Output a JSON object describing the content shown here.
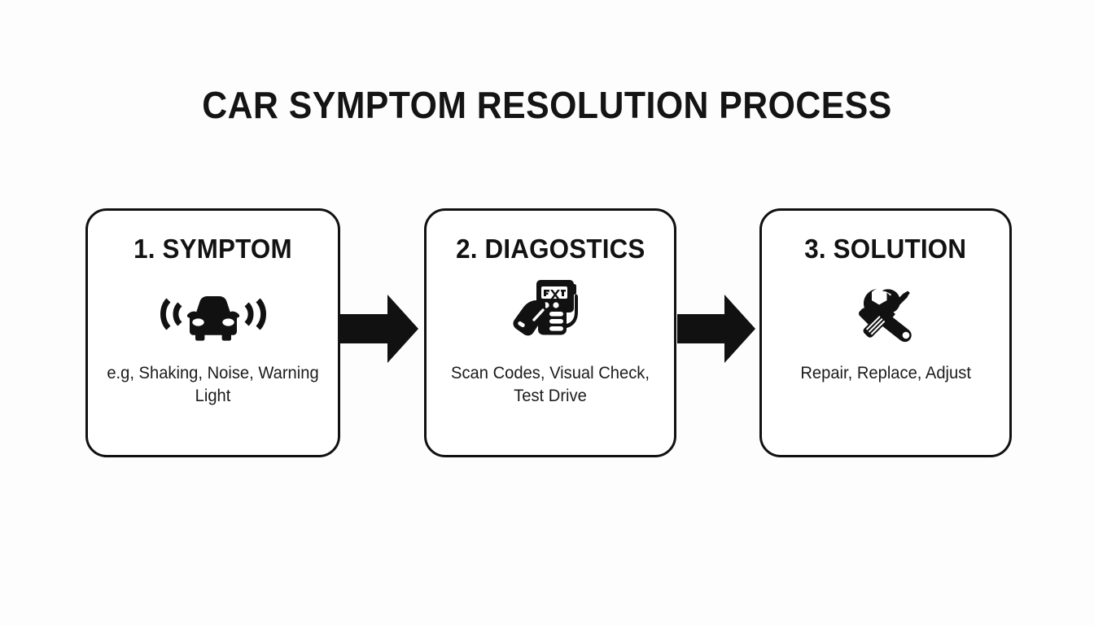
{
  "page": {
    "title": "CAR SYMPTOM RESOLUTION PROCESS",
    "background_color": "#fdfdfd",
    "ink_color": "#111111"
  },
  "flow": {
    "steps": [
      {
        "heading": "1. SYMPTOM",
        "icon": "car-vibration-icon",
        "caption": "e.g, Shaking, Noise, Warning Light"
      },
      {
        "heading": "2. DIAGOSTICS",
        "icon": "hand-obd-scanner-icon",
        "caption": "Scan Codes, Visual Check, Test Drive"
      },
      {
        "heading": "3. SOLUTION",
        "icon": "wrench-screwdriver-icon",
        "caption": "Repair, Replace, Adjust"
      }
    ],
    "connectors": [
      {
        "icon": "arrow-right-icon"
      },
      {
        "icon": "arrow-right-icon"
      }
    ]
  }
}
